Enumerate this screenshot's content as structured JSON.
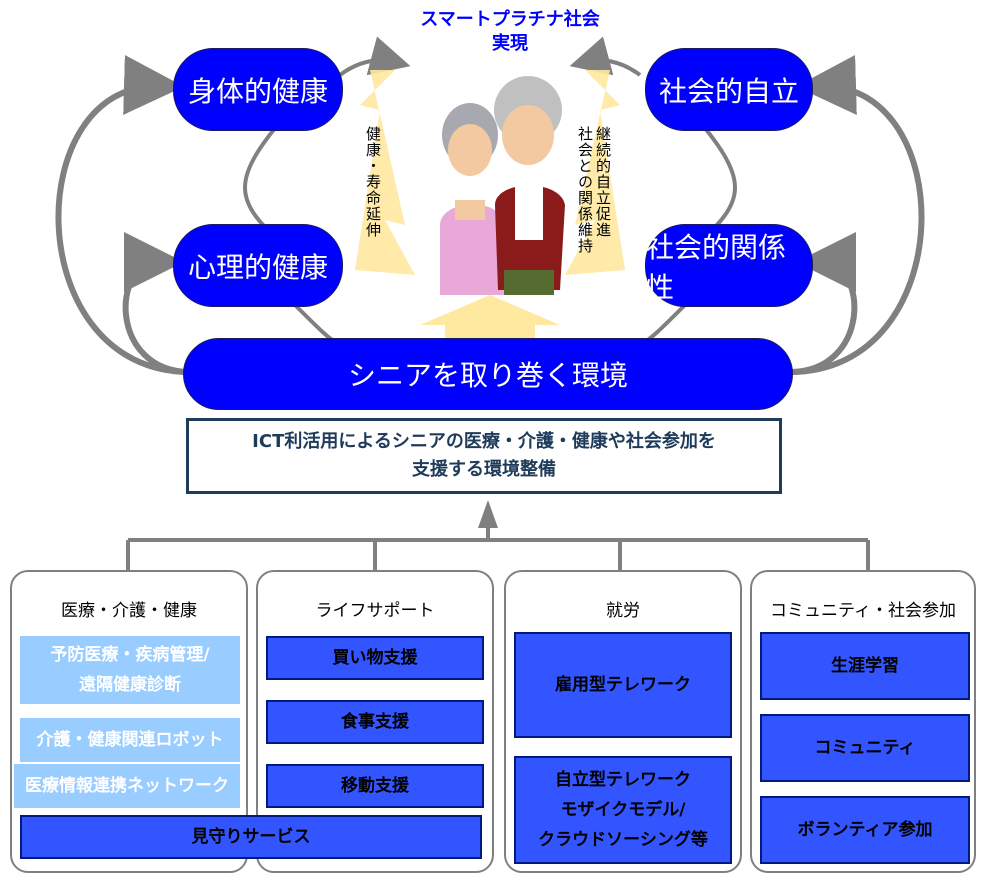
{
  "center": {
    "title_line1": "スマートプラチナ社会",
    "title_line2": "実現",
    "left_arrow_text": "健康・寿命延伸",
    "right_arrow_text_col1": "継続的自立促進",
    "right_arrow_text_col2": "社会との関係維持"
  },
  "nodes": {
    "physical_health": "身体的健康",
    "mental_health": "心理的健康",
    "social_independence": "社会的自立",
    "social_relations": "社会的関係性",
    "senior_environment": "シニアを取り巻く環境"
  },
  "ict_box": {
    "line1": "ICT利活用によるシニアの医療・介護・健康や社会参加を",
    "line2": "支援する環境整備"
  },
  "panels": {
    "medical": {
      "title": "医療・介護・健康",
      "items": [
        "予防医療・疾病管理/",
        "遠隔健康診断",
        "介護・健康関連ロボット",
        "医療情報連携ネットワーク"
      ]
    },
    "life": {
      "title": "ライフサポート",
      "items": [
        "買い物支援",
        "食事支援",
        "移動支援"
      ]
    },
    "watch": "見守りサービス",
    "work": {
      "title": "就労",
      "items": [
        "雇用型テレワーク",
        "自立型テレワーク",
        "モザイクモデル/",
        "クラウドソーシング等"
      ]
    },
    "community": {
      "title": "コミュニティ・社会参加",
      "items": [
        "生涯学習",
        "コミュニティ",
        "ボランティア参加"
      ]
    }
  },
  "colors": {
    "node_blue": "#0000ff",
    "cell_dark": "#3355ff",
    "cell_light": "#99ccff",
    "arrow_gray": "#808080",
    "arrow_yellow": "#ffe8a0"
  }
}
